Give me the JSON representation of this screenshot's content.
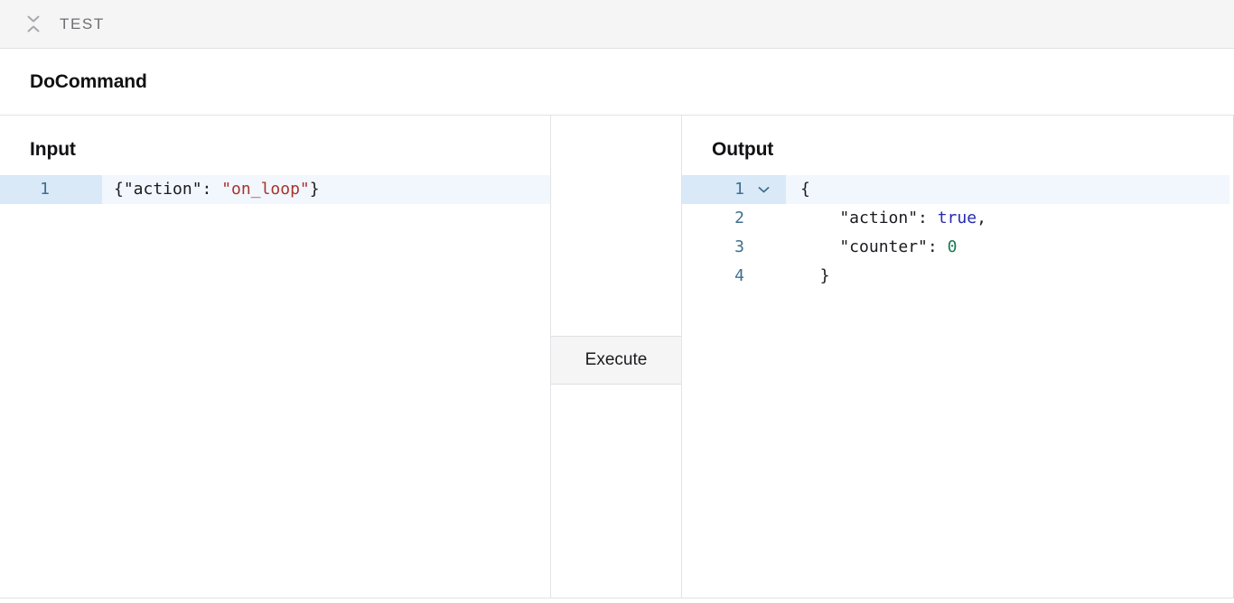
{
  "topbar": {
    "collapse_icon": "collapse-chevrons-icon",
    "title": "TEST"
  },
  "command_header": {
    "title": "DoCommand"
  },
  "input_panel": {
    "heading": "Input",
    "lines": [
      {
        "number": "1",
        "active": true,
        "tokens": [
          {
            "text": "{\"action\": ",
            "type": "punct"
          },
          {
            "text": "\"on_loop\"",
            "type": "string"
          },
          {
            "text": "}",
            "type": "punct"
          }
        ],
        "plain": "{\"action\": \"on_loop\"}"
      }
    ]
  },
  "middle_panel": {
    "execute_label": "Execute"
  },
  "output_panel": {
    "heading": "Output",
    "fold_icon": "chevron-down-icon",
    "lines": [
      {
        "number": "1",
        "active": true,
        "fold": true,
        "plain": "{"
      },
      {
        "number": "2",
        "active": false,
        "fold": false,
        "plain": "    \"action\": true,"
      },
      {
        "number": "3",
        "active": false,
        "fold": false,
        "plain": "    \"counter\": 0"
      },
      {
        "number": "4",
        "active": false,
        "fold": false,
        "plain": "  }"
      }
    ]
  },
  "code_text": {
    "input_l1_a": "{\"action\": ",
    "input_l1_b": "\"on_loop\"",
    "input_l1_c": "}",
    "out_l1": "{",
    "out_l2_a": "    \"action\": ",
    "out_l2_b": "true",
    "out_l2_c": ",",
    "out_l3_a": "    \"counter\": ",
    "out_l3_b": "0",
    "out_l4": "  }"
  },
  "line_numbers": {
    "in1": "1",
    "out1": "1",
    "out2": "2",
    "out3": "3",
    "out4": "4"
  },
  "colors": {
    "topbar_bg": "#f5f5f5",
    "border": "#e2e2e4",
    "active_line_bg": "#f1f7fd",
    "active_gutter_bg": "#d9e9f7",
    "line_number": "#3f6f90",
    "string": "#a8332c",
    "boolean": "#252ab0",
    "number": "#1a7a53",
    "button_bg": "#f5f5f5"
  }
}
